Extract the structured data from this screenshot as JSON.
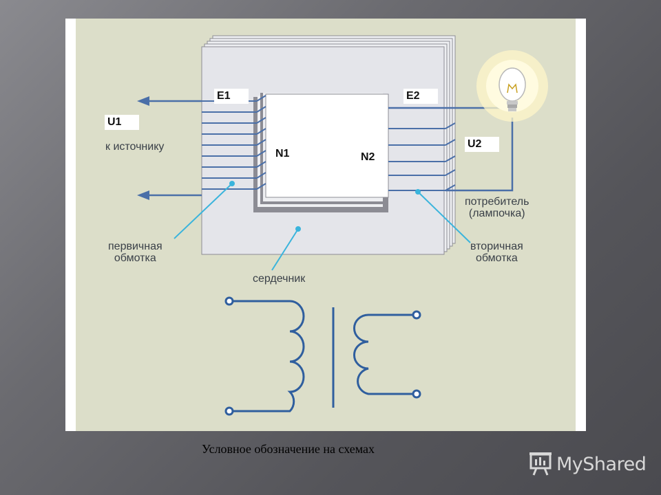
{
  "diagram": {
    "labels": {
      "e1": "E1",
      "e2": "E2",
      "u1": "U1",
      "u2": "U2",
      "n1": "N1",
      "n2": "N2",
      "to_source": "к источнику",
      "primary_winding": [
        "первичная",
        "обмотка"
      ],
      "secondary_winding": [
        "вторичная",
        "обмотка"
      ],
      "consumer": [
        "потребитель",
        "(лампочка)"
      ],
      "core": "сердечник"
    }
  },
  "caption": "Условное обозначение на схемах",
  "logo": {
    "text": "MyShared",
    "icon": "presentation-board-icon"
  },
  "colors": {
    "background": "#5f5f64",
    "panel": "#dcdec9",
    "core": "#e2e3e8",
    "wire": "#4a6fa8",
    "pointer": "#3ab4dc",
    "symbol": "#2f5e9e"
  }
}
